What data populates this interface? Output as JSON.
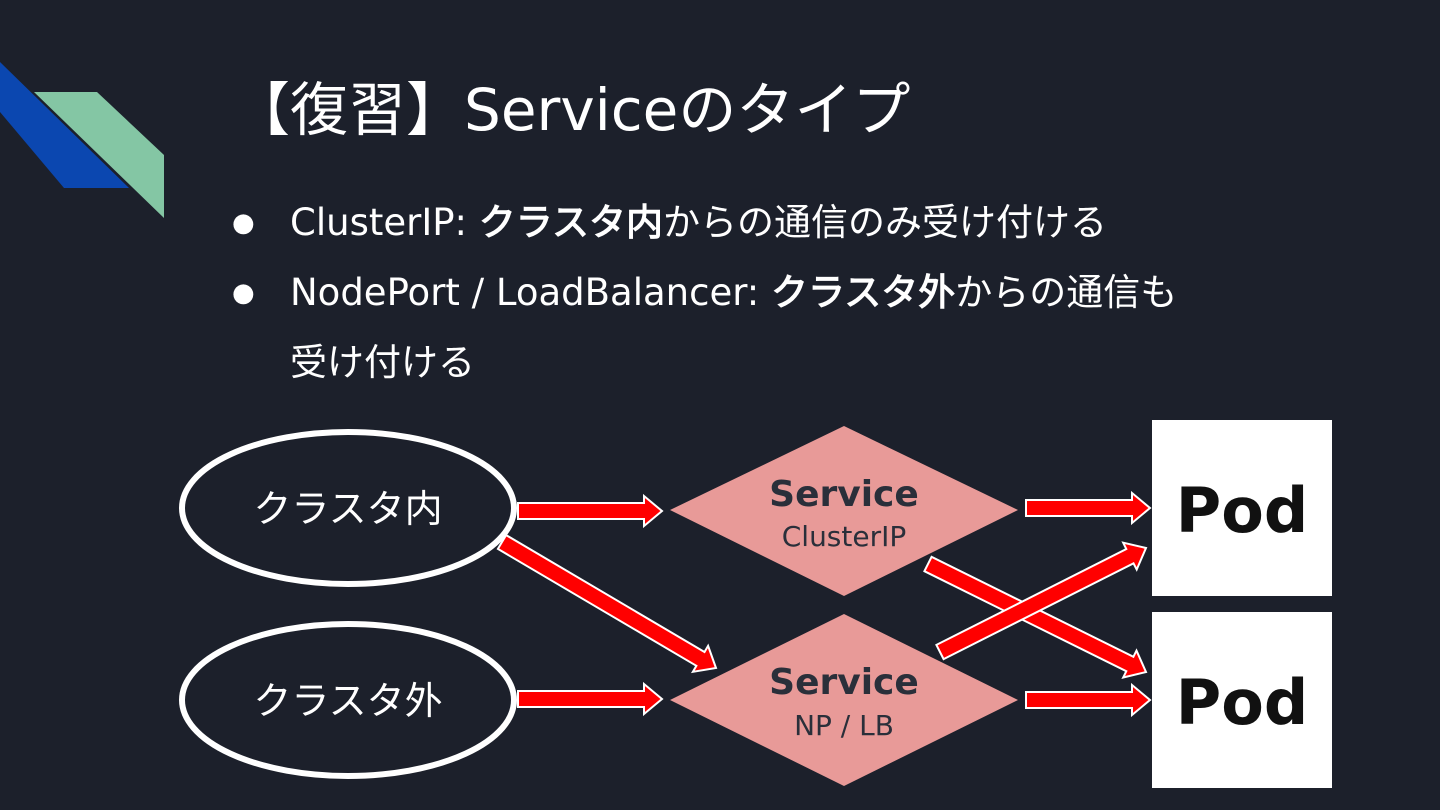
{
  "title": "【復習】Serviceのタイプ",
  "bullets": [
    {
      "name": "ClusterIP",
      "before": "ClusterIP: ",
      "bold": "クラスタ内",
      "after": "からの通信のみ受け付ける",
      "cont": ""
    },
    {
      "name": "NodePort / LoadBalancer",
      "before": "NodePort / LoadBalancer: ",
      "bold": "クラスタ外",
      "after": "からの通信も",
      "cont": "受け付ける"
    }
  ],
  "diagram": {
    "sources": [
      {
        "id": "inside",
        "label": "クラスタ内"
      },
      {
        "id": "outside",
        "label": "クラスタ外"
      }
    ],
    "services": [
      {
        "id": "clusterip",
        "title": "Service",
        "subtitle": "ClusterIP"
      },
      {
        "id": "nplb",
        "title": "Service",
        "subtitle": "NP / LB"
      }
    ],
    "pods": [
      {
        "id": "pod1",
        "label": "Pod"
      },
      {
        "id": "pod2",
        "label": "Pod"
      }
    ],
    "edges": [
      {
        "from": "inside",
        "to": "clusterip"
      },
      {
        "from": "inside",
        "to": "nplb"
      },
      {
        "from": "outside",
        "to": "nplb"
      },
      {
        "from": "clusterip",
        "to": "pod1"
      },
      {
        "from": "clusterip",
        "to": "pod2"
      },
      {
        "from": "nplb",
        "to": "pod1"
      },
      {
        "from": "nplb",
        "to": "pod2"
      }
    ]
  },
  "colors": {
    "background": "#1c202b",
    "accent_blue": "#0b47b0",
    "accent_green": "#84c6a4",
    "arrow": "#ff0000",
    "service_fill": "#e89a98",
    "pod_fill": "#ffffff"
  }
}
